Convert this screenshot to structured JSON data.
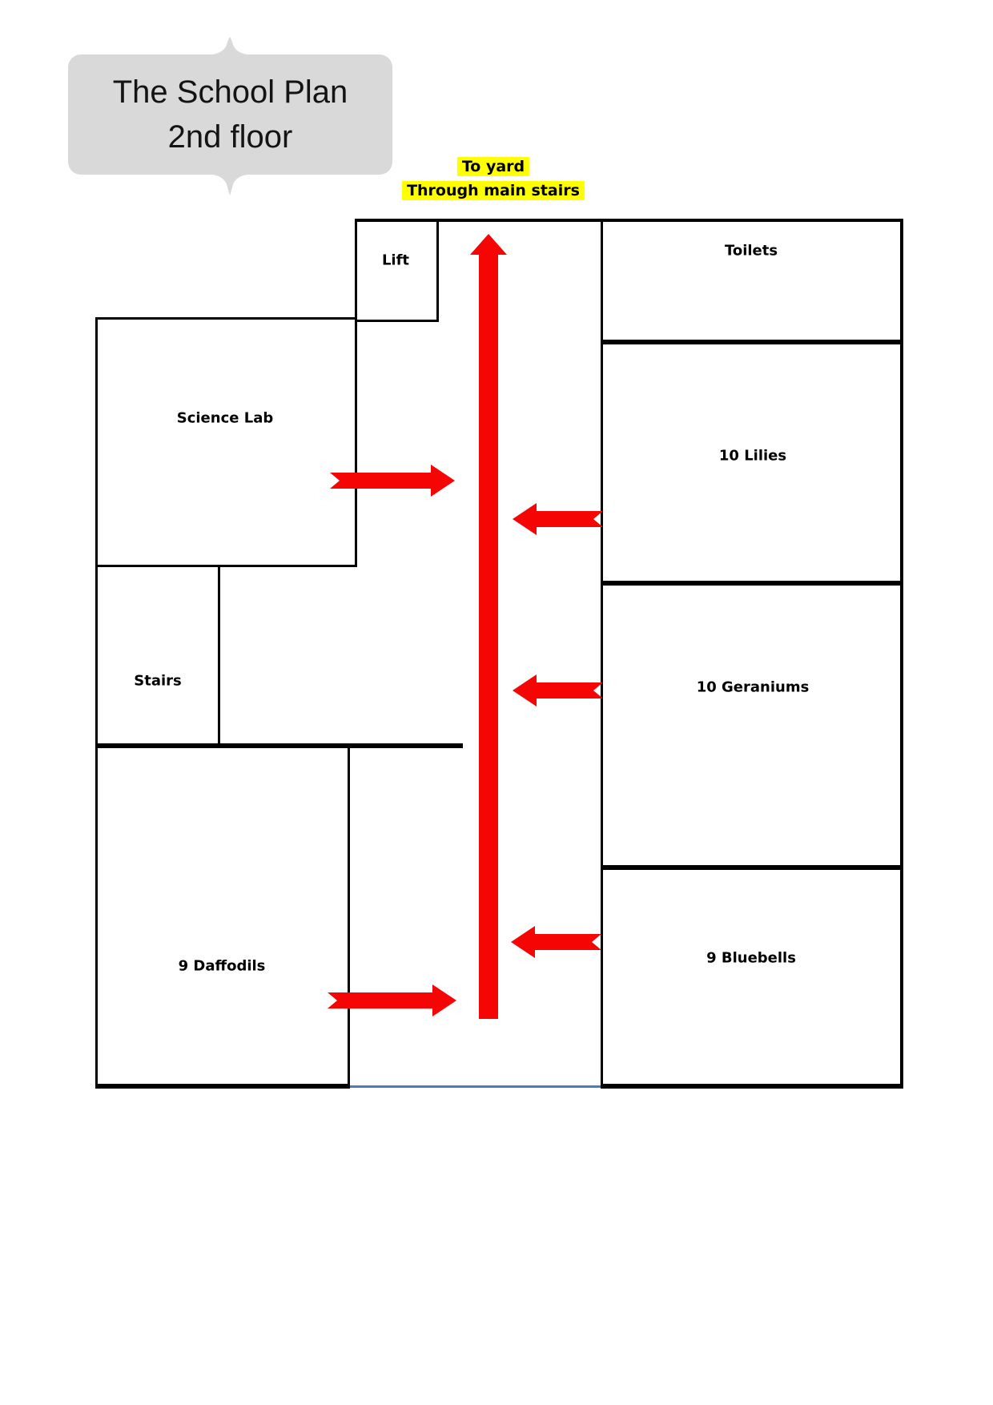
{
  "title": {
    "line1": "The School Plan",
    "line2": "2nd floor"
  },
  "captions": {
    "to_yard": "To yard",
    "through_main_stairs": "Through main stairs"
  },
  "rooms": [
    {
      "id": "lift",
      "label": "Lift"
    },
    {
      "id": "toilets",
      "label": "Toilets"
    },
    {
      "id": "science-lab",
      "label": "Science Lab"
    },
    {
      "id": "lilies",
      "label": "10 Lilies"
    },
    {
      "id": "stairs",
      "label": "Stairs"
    },
    {
      "id": "geraniums",
      "label": "10 Geraniums"
    },
    {
      "id": "daffodils",
      "label": "9 Daffodils"
    },
    {
      "id": "bluebells",
      "label": "9 Bluebells"
    }
  ],
  "arrows": [
    {
      "id": "main-corridor-arrow",
      "direction": "up",
      "meaning": "corridor route to yard through main stairs"
    },
    {
      "id": "science-lab-arrow",
      "direction": "right",
      "meaning": "exit from Science Lab to corridor"
    },
    {
      "id": "lilies-arrow",
      "direction": "left",
      "meaning": "exit from 10 Lilies to corridor"
    },
    {
      "id": "geraniums-arrow",
      "direction": "left",
      "meaning": "exit from 10 Geraniums to corridor"
    },
    {
      "id": "bluebells-arrow",
      "direction": "left",
      "meaning": "exit from 9 Bluebells to corridor"
    },
    {
      "id": "daffodils-arrow",
      "direction": "right",
      "meaning": "exit from 9 Daffodils to corridor"
    }
  ],
  "colors": {
    "arrow_red": "#f60505",
    "highlight_yellow": "#ffff00",
    "title_plaque_gray": "#d9d9d9",
    "wall_black": "#000000",
    "corridor_end_blue": "#4a7ebb"
  }
}
